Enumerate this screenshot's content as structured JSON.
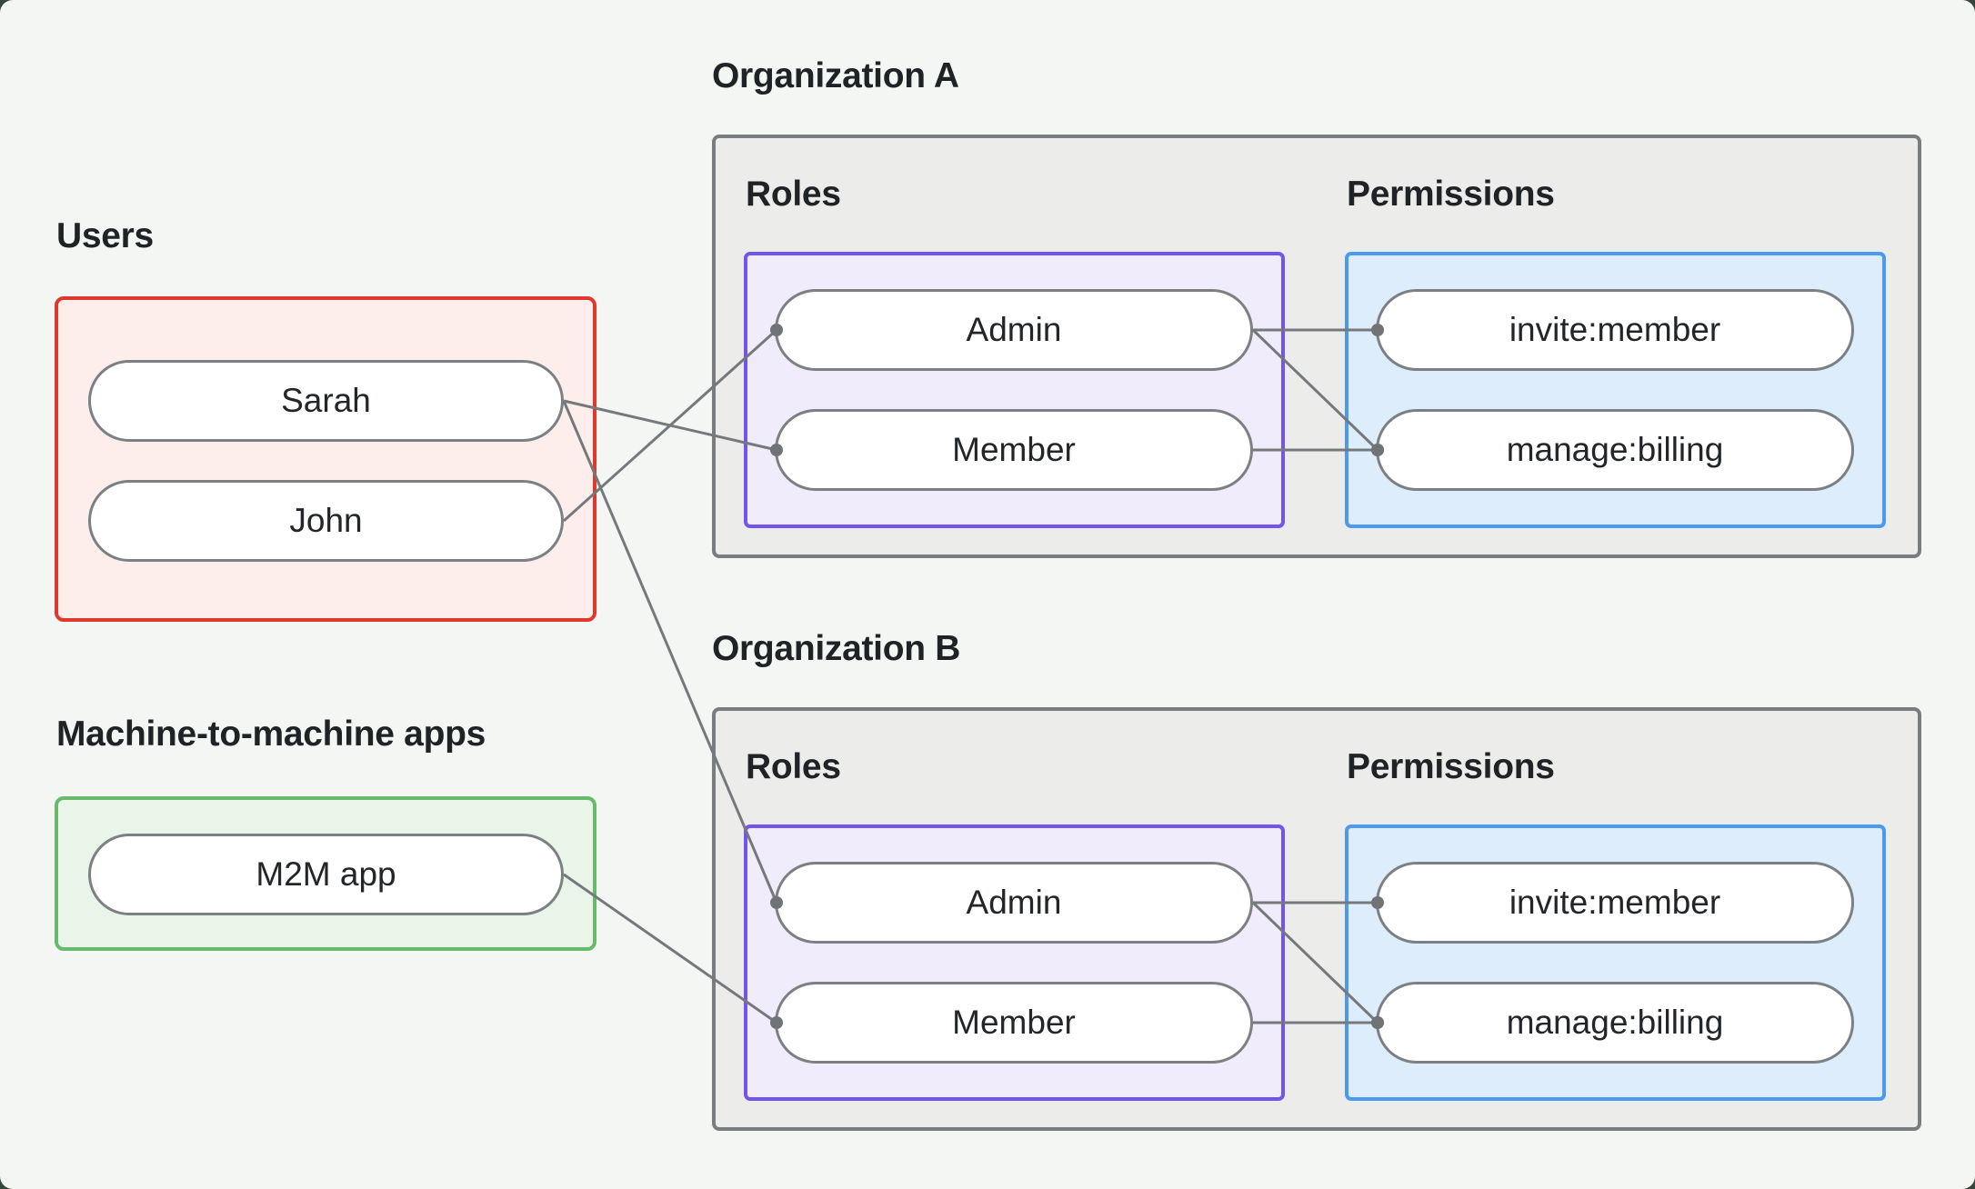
{
  "diagram": {
    "type": "authorization-model",
    "sections": {
      "users": {
        "label": "Users",
        "nodes": [
          {
            "id": "sarah",
            "label": "Sarah"
          },
          {
            "id": "john",
            "label": "John"
          }
        ]
      },
      "m2m": {
        "label": "Machine-to-machine apps",
        "nodes": [
          {
            "id": "m2m-app",
            "label": "M2M app"
          }
        ]
      },
      "orgA": {
        "title": "Organization A",
        "roles_label": "Roles",
        "permissions_label": "Permissions",
        "roles": [
          {
            "id": "orgA-admin",
            "label": "Admin"
          },
          {
            "id": "orgA-member",
            "label": "Member"
          }
        ],
        "permissions": [
          {
            "id": "orgA-invite",
            "label": "invite:member"
          },
          {
            "id": "orgA-billing",
            "label": "manage:billing"
          }
        ]
      },
      "orgB": {
        "title": "Organization B",
        "roles_label": "Roles",
        "permissions_label": "Permissions",
        "roles": [
          {
            "id": "orgB-admin",
            "label": "Admin"
          },
          {
            "id": "orgB-member",
            "label": "Member"
          }
        ],
        "permissions": [
          {
            "id": "orgB-invite",
            "label": "invite:member"
          },
          {
            "id": "orgB-billing",
            "label": "manage:billing"
          }
        ]
      }
    },
    "connections": [
      {
        "from": "sarah",
        "to": "orgA-member"
      },
      {
        "from": "john",
        "to": "orgA-admin"
      },
      {
        "from": "sarah",
        "to": "orgB-admin"
      },
      {
        "from": "m2m-app",
        "to": "orgB-member"
      },
      {
        "from": "orgA-admin",
        "to": "orgA-invite"
      },
      {
        "from": "orgA-admin",
        "to": "orgA-billing"
      },
      {
        "from": "orgA-member",
        "to": "orgA-billing"
      },
      {
        "from": "orgB-admin",
        "to": "orgB-invite"
      },
      {
        "from": "orgB-admin",
        "to": "orgB-billing"
      },
      {
        "from": "orgB-member",
        "to": "orgB-billing"
      }
    ]
  },
  "colors": {
    "backdrop": "#35463b",
    "page_background": "#f3f6f2",
    "users_border": "#dd3a2d",
    "users_fill": "#fdeeec",
    "m2m_border": "#67ba6b",
    "m2m_fill": "#eaf5ea",
    "org_border": "#797d7f",
    "org_fill": "#ececeb",
    "roles_border": "#7354ee",
    "roles_fill": "#f1ecfb",
    "permissions_border": "#4c99f2",
    "permissions_fill": "#deedfc",
    "pill_border": "#7c8083",
    "pill_fill": "#ffffff",
    "text": "#1f2326",
    "line": "#75797c",
    "dot": "#6f7376"
  }
}
